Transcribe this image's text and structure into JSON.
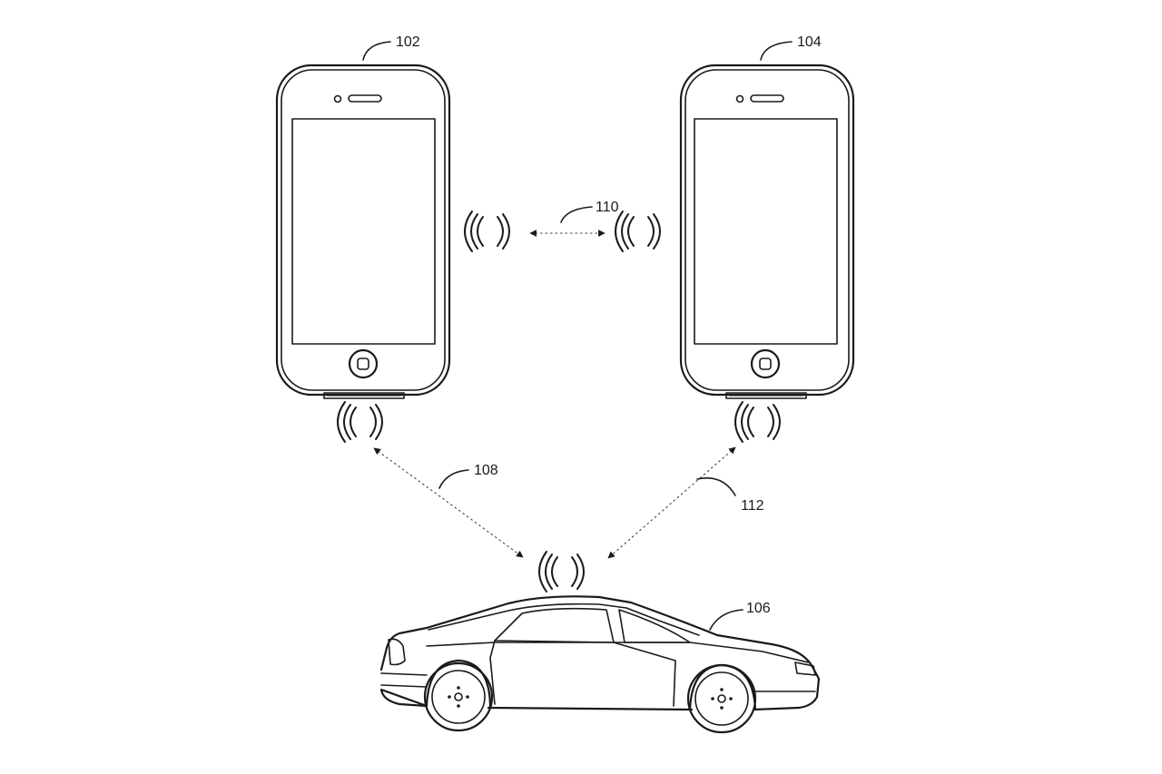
{
  "labels": {
    "phone_left": "102",
    "phone_right": "104",
    "vehicle": "106",
    "link_phone_left_vehicle": "108",
    "link_phones": "110",
    "link_phone_right_vehicle": "112"
  }
}
